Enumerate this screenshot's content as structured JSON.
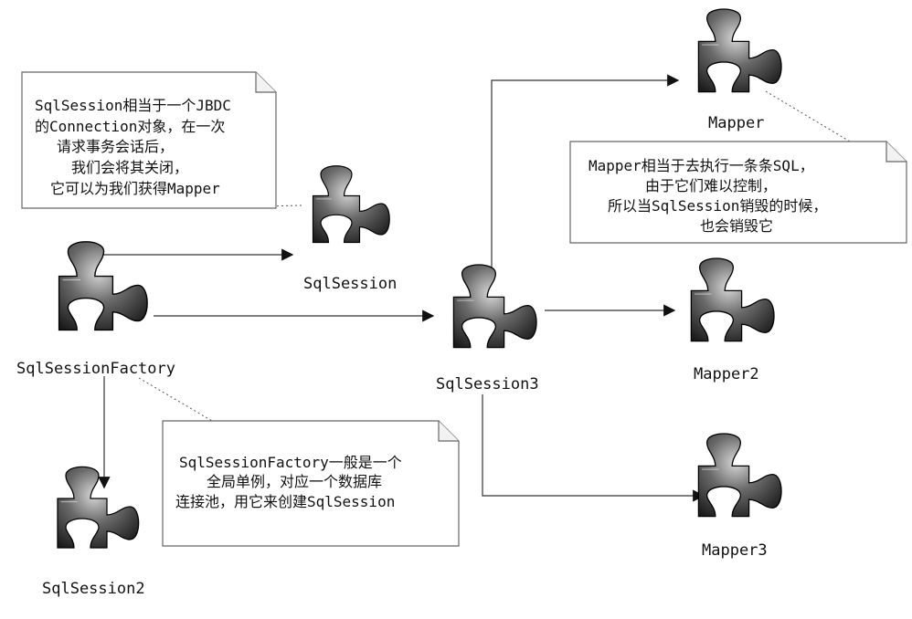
{
  "nodes": {
    "factory": {
      "label": "SqlSessionFactory"
    },
    "session": {
      "label": "SqlSession"
    },
    "session2": {
      "label": "SqlSession2"
    },
    "session3": {
      "label": "SqlSession3"
    },
    "mapper": {
      "label": "Mapper"
    },
    "mapper2": {
      "label": "Mapper2"
    },
    "mapper3": {
      "label": "Mapper3"
    }
  },
  "notes": {
    "session_note": [
      "SqlSession相当于一个JBDC",
      "的Connection对象，在一次",
      "请求事务会话后，",
      "我们会将其关闭，",
      "它可以为我们获得Mapper"
    ],
    "mapper_note": [
      "Mapper相当于去执行一条条SQL，",
      "由于它们难以控制，",
      "所以当SqlSession销毁的时候，",
      "也会销毁它"
    ],
    "factory_note": [
      "SqlSessionFactory一般是一个",
      "全局单例，对应一个数据库",
      "连接池，用它来创建SqlSession"
    ]
  },
  "colors": {
    "piece_dark": "#1a1a1a",
    "piece_light": "#d8d8d8",
    "line": "#333333"
  },
  "icons": {
    "node_icon": "puzzle-piece-icon"
  }
}
